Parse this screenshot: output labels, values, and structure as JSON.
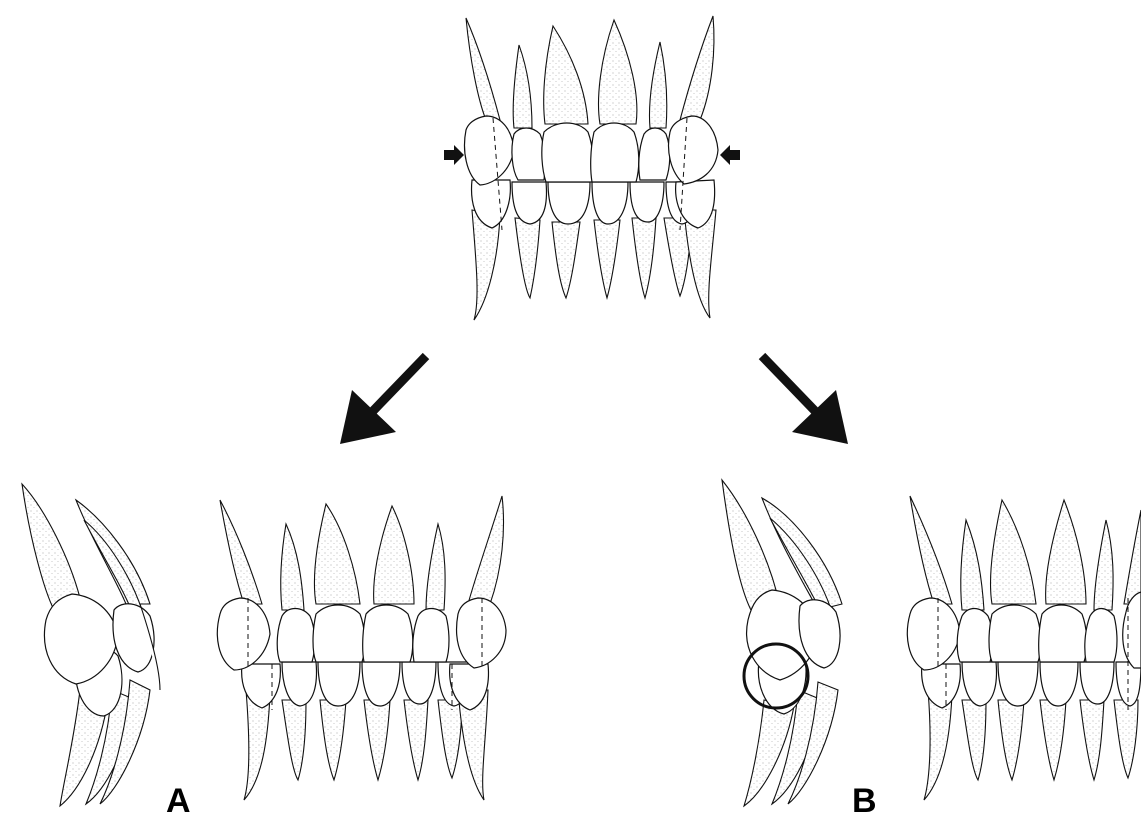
{
  "figure": {
    "panels": [
      {
        "id": "top",
        "label": ""
      },
      {
        "id": "a",
        "label": "A"
      },
      {
        "id": "b",
        "label": "B"
      }
    ]
  },
  "colors": {
    "line": "#111111",
    "background": "#ffffff"
  }
}
